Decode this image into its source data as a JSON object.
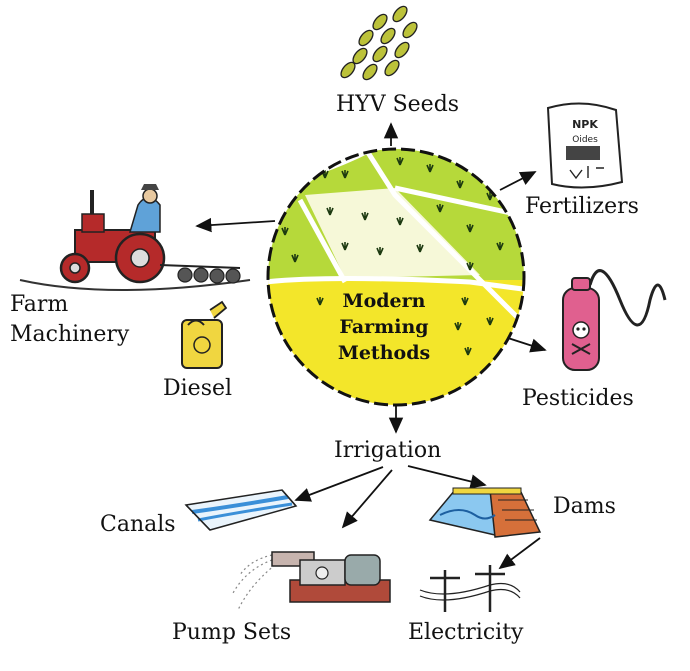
{
  "center": {
    "lines": [
      "Modern",
      "Farming",
      "Methods"
    ]
  },
  "inputs": {
    "hyv_seeds": "HYV Seeds",
    "fertilizers": "Fertilizers",
    "pesticides": "Pesticides",
    "farm_machinery_line1": "Farm",
    "farm_machinery_line2": "Machinery",
    "diesel": "Diesel",
    "irrigation": "Irrigation"
  },
  "irrigation_sources": {
    "canals": "Canals",
    "pump_sets": "Pump Sets",
    "dams": "Dams",
    "electricity": "Electricity"
  },
  "fertilizer_bag": {
    "line1": "NPK",
    "line2": "Oides"
  },
  "colors": {
    "field_green": "#b6d93a",
    "field_yellow": "#f3e62a",
    "pesticide_pink": "#e0608f",
    "tractor_red": "#b52a2a",
    "dam_brick": "#d6703a",
    "canal_blue": "#3a8fd8",
    "diesel_yellow": "#f0d640"
  }
}
